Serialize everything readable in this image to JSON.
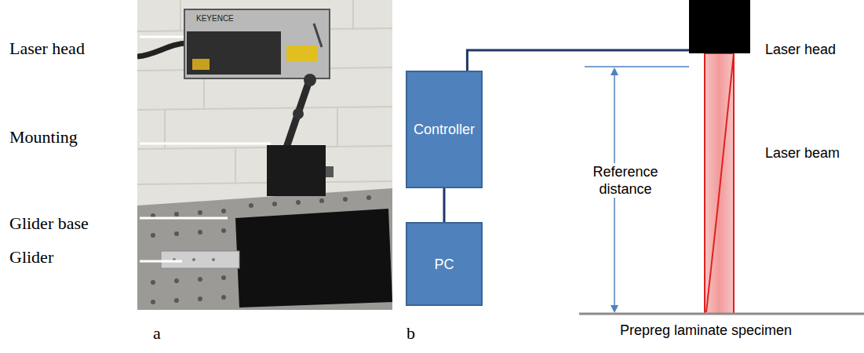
{
  "diagram": {
    "nodes": [
      {
        "text": [
          "Controller"
        ]
      },
      {
        "text": [
          "PC"
        ]
      },
      {
        "text": [
          "Laser head"
        ]
      }
    ],
    "edges": [
      {
        "from": 0,
        "to": 1,
        "arrow": "none"
      },
      {
        "from": 0,
        "to": 2,
        "arrow": "none"
      }
    ],
    "labels": [
      "Laser head",
      "Mounting",
      "Glider base",
      "Glider",
      "KEYENCE",
      "a",
      "b",
      "Reference distance",
      "Laser beam",
      "Prepreg laminate specimen"
    ]
  }
}
